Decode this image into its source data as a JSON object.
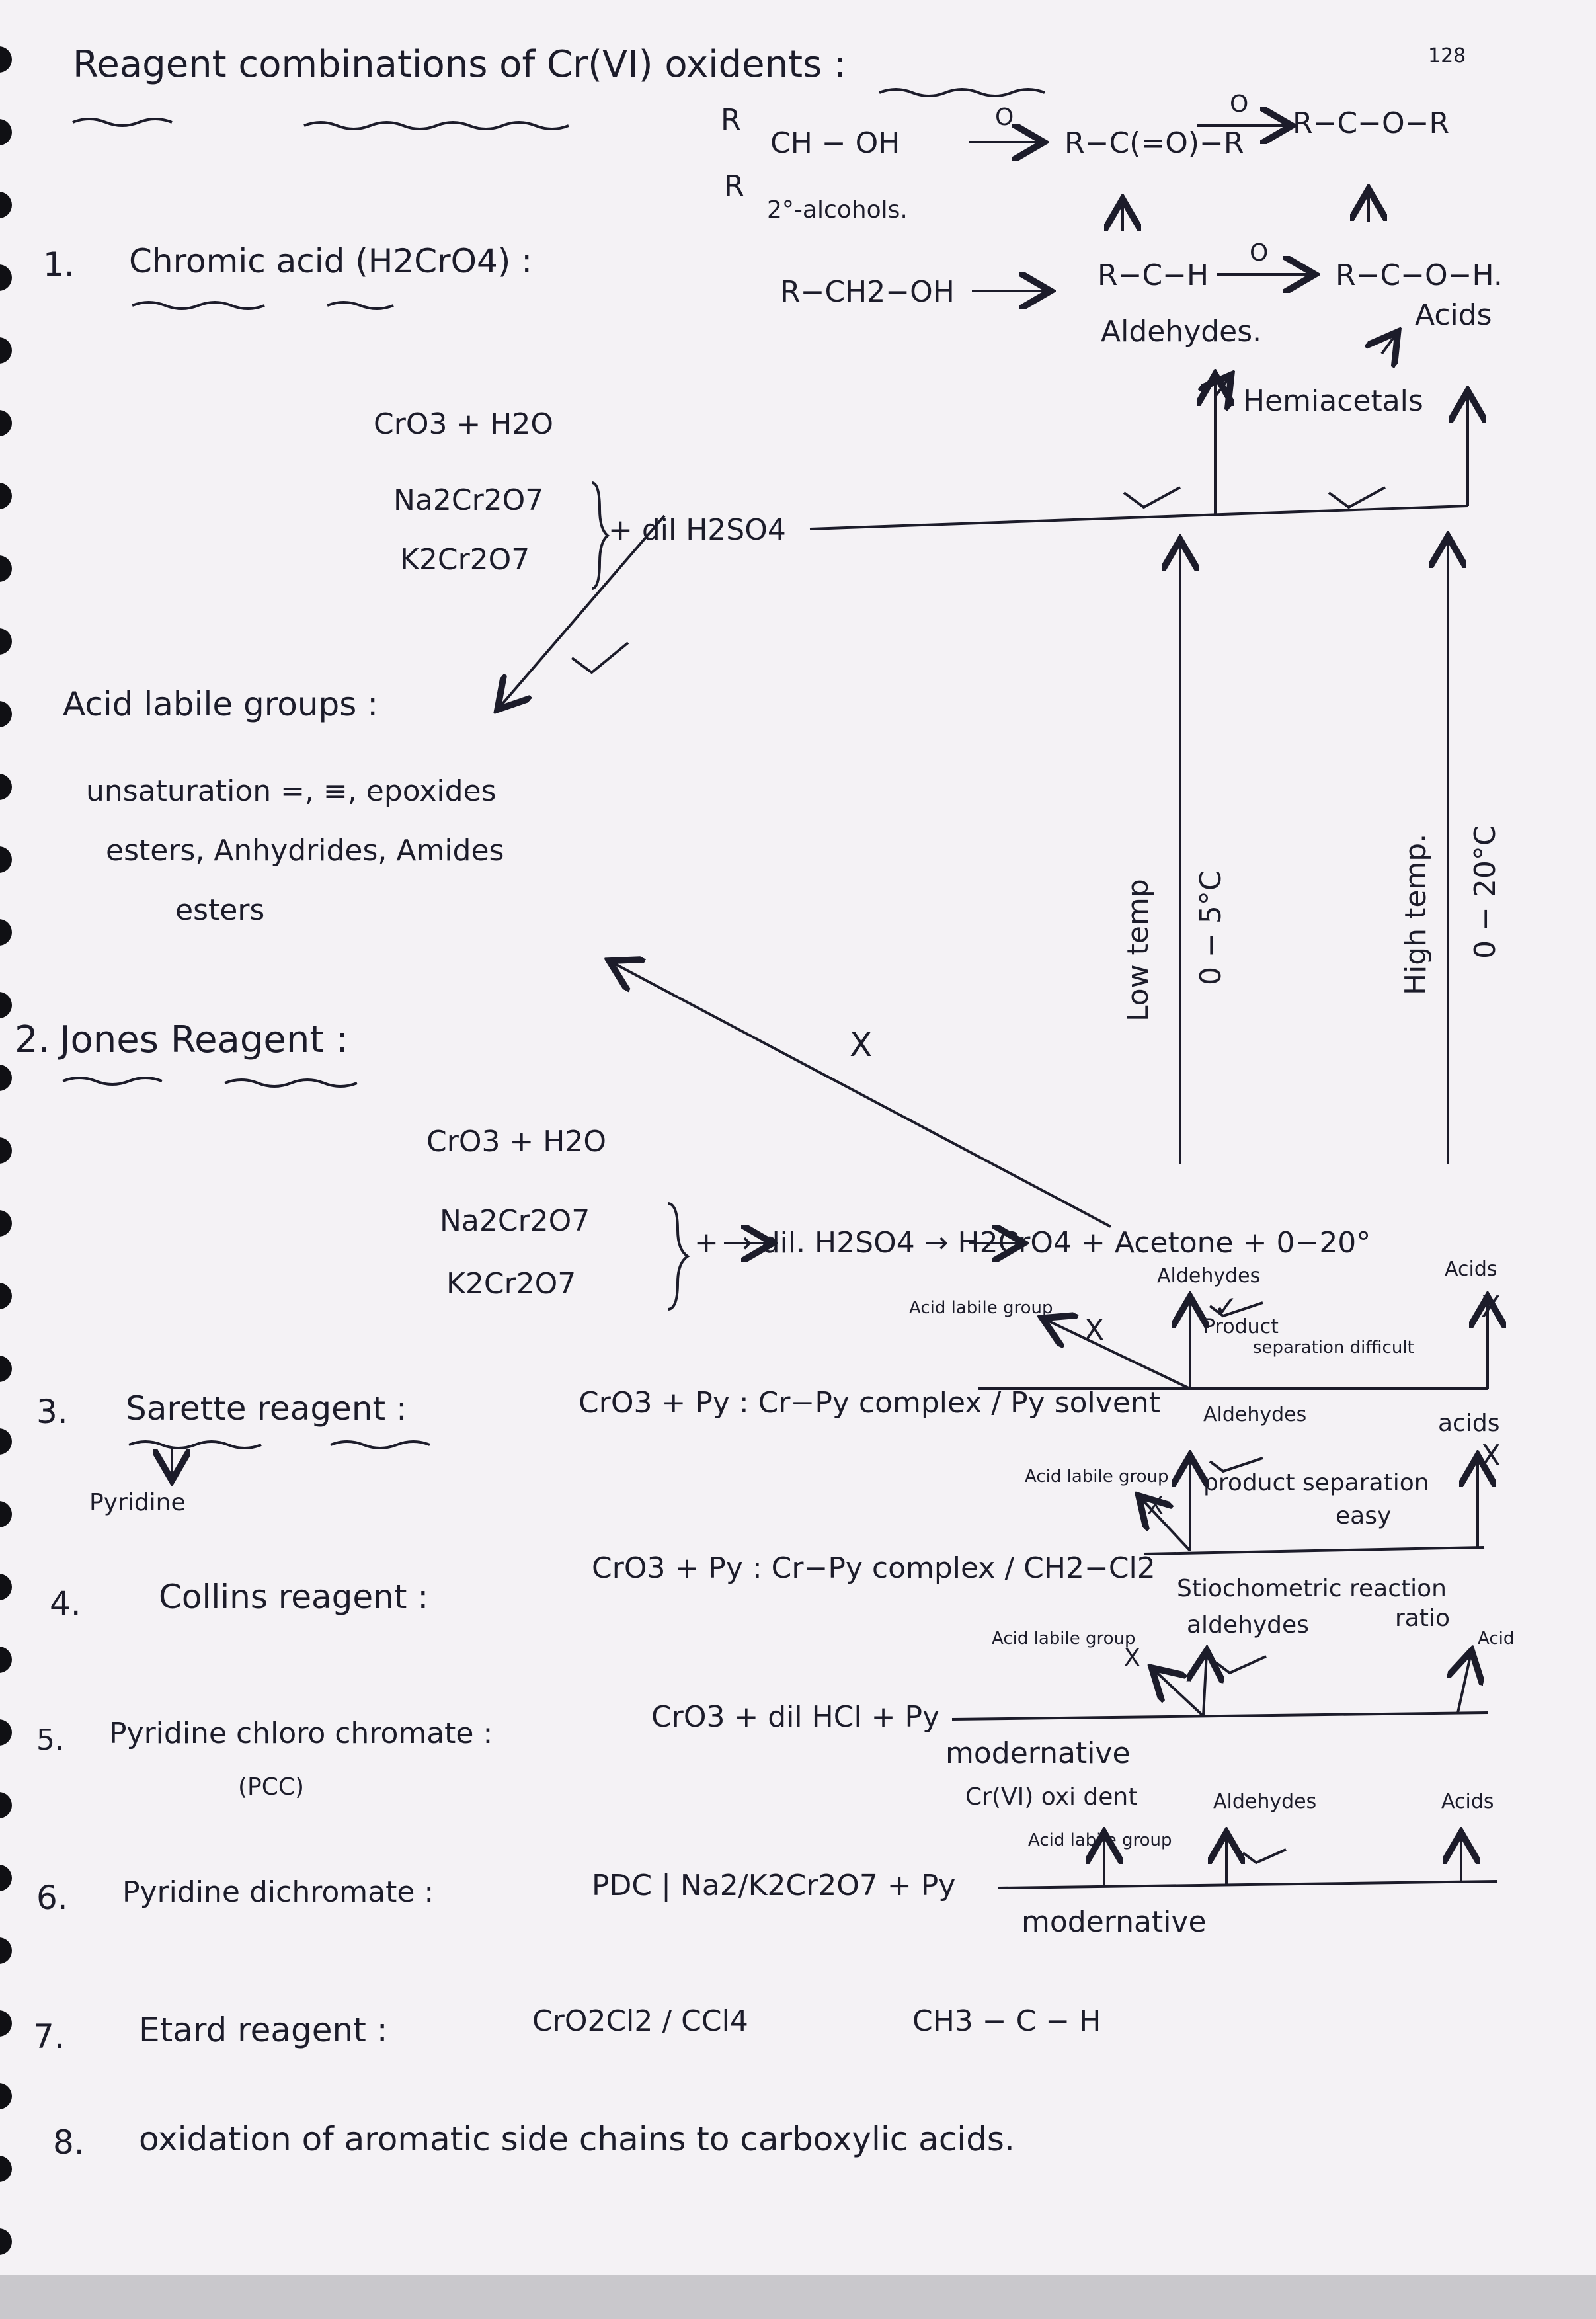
{
  "title": "Reagent combinations of Cr(VI) oxidents :",
  "page_number": "128",
  "scheme": {
    "sec_alcohol_r1": "R",
    "sec_alcohol_r2": "R",
    "sec_alcohol_ch": "CH − OH",
    "sec_alcohol_label": "2°-alcohols.",
    "ketone": "R−C(=O)−R",
    "ester": "R−C−O−R",
    "o_label": "O",
    "primary": "R−CH2−OH",
    "aldehyde": "R−C−H",
    "acid": "R−C−O−H.",
    "aldehydes_label": "Aldehydes.",
    "acids_label": "Acids",
    "hemiacetals_label": "Hemiacetals"
  },
  "items": {
    "i1_num": "1.",
    "i1_name": "Chromic acid (H2CrO4) :",
    "i1_lines": [
      "CrO3 + H2O",
      "Na2Cr2O7",
      "K2Cr2O7"
    ],
    "i1_acid": "+ dil H2SO4",
    "acid_labile_title": "Acid labile groups :",
    "acid_labile_1": "unsaturation =, ≡, epoxides",
    "acid_labile_2": "esters, Anhydrides, Amides",
    "acid_labile_3": "esters",
    "i2_num": "2.",
    "i2_name": "Jones Reagent :",
    "i2_lines": [
      "CrO3 + H2O",
      "Na2Cr2O7",
      "K2Cr2O7"
    ],
    "i2_reaction": "+ → dil. H2SO4 → H2CrO4 + Acetone + 0−20°",
    "i3_num": "3.",
    "i3_name": "Sarette reagent :",
    "i3_formula": "CrO3 + Py : Cr−Py complex / Py solvent",
    "i3_note": "Pyridine",
    "i4_num": "4.",
    "i4_name": "Collins reagent :",
    "i4_formula": "CrO3 + Py : Cr−Py complex / CH2−Cl2",
    "i5_num": "5.",
    "i5_name": "Pyridine chloro chromate :",
    "i5_formula": "CrO3 + dil HCl + Py",
    "i5_abbr": "(PCC)",
    "i5_note_1": "modernative",
    "i5_note_2": "Cr(VI) oxi dent",
    "i6_num": "6.",
    "i6_name": "Pyridine dichromate :",
    "i6_formula": "PDC | Na2/K2Cr2O7 + Py",
    "i6_note": "modernative",
    "i7_num": "7.",
    "i7_name": "Etard reagent :",
    "i7_formula": "CrO2Cl2 / CCl4",
    "i7_product": "CH3 − C − H",
    "i8_num": "8.",
    "i8_text": "oxidation of aromatic side chains to carboxylic acids."
  },
  "annotations": {
    "low_temp": "Low temp",
    "low_range": "0 − 5°C",
    "high_temp": "High temp.",
    "high_range": "0 − 20°C",
    "jones_acid_labile": "Acid labile group",
    "jones_aldehydes": "Aldehydes",
    "jones_acids": "Acids",
    "jones_product": "Product",
    "jones_separation": "separation difficult",
    "sarett_acid_labile": "Acid labile group",
    "sarett_aldehydes": "Aldehydes",
    "sarett_acids": "acids",
    "sarett_product": "product separation",
    "sarett_easy": "easy",
    "collins_stoich": "Stiochometric reaction",
    "collins_ratio": "ratio",
    "collins_acid_labile": "Acid labile group",
    "collins_aldehydes": "aldehydes",
    "collins_acid": "Acid",
    "pdc_acid_labile": "Acid labile group",
    "pdc_aldehydes": "Aldehydes",
    "pdc_acids": "Acids",
    "mark_x": "X",
    "mark_tick": "✓"
  }
}
